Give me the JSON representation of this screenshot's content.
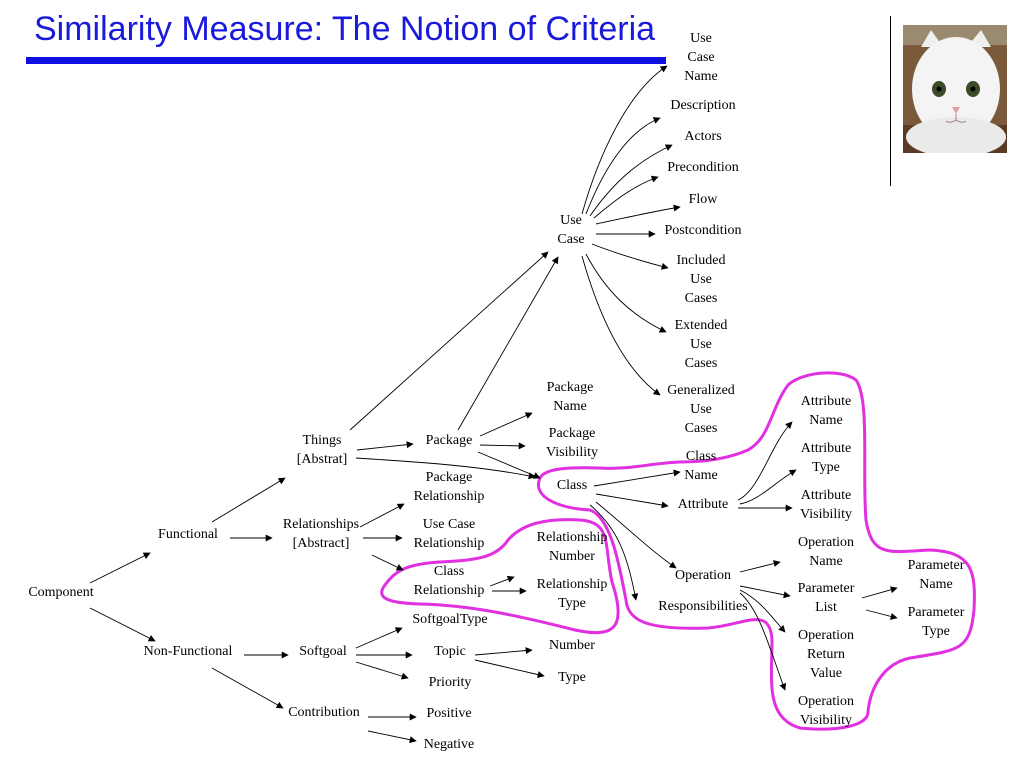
{
  "title": "Similarity Measure: The Notion of Criteria",
  "nodes": {
    "component": "Component",
    "functional": "Functional",
    "nonfunctional": "Non-Functional",
    "things": "Things\n[Abstrat]",
    "relationships": "Relationships\n[Abstract]",
    "softgoal": "Softgoal",
    "contribution": "Contribution",
    "package": "Package",
    "pkg_rel": "Package\nRelationship",
    "uc_rel": "Use Case\nRelationship",
    "class_rel": "Class\nRelationship",
    "rel_number": "Relationship\nNumber",
    "rel_type": "Relationship\nType",
    "softgoal_type": "SoftgoalType",
    "topic": "Topic",
    "priority": "Priority",
    "number": "Number",
    "type": "Type",
    "positive": "Positive",
    "negative": "Negative",
    "pkg_name": "Package\nName",
    "pkg_vis": "Package\nVisibility",
    "use_case": "Use\nCase",
    "uc_name": "Use\nCase\nName",
    "description": "Description",
    "actors": "Actors",
    "precondition": "Precondition",
    "flow": "Flow",
    "postcondition": "Postcondition",
    "included": "Included\nUse\nCases",
    "extended": "Extended\nUse\nCases",
    "generalized": "Generalized\nUse\nCases",
    "class": "Class",
    "class_name": "Class\nName",
    "attribute": "Attribute",
    "attr_name": "Attribute\nName",
    "attr_type": "Attribute\nType",
    "attr_vis": "Attribute\nVisibility",
    "operation": "Operation",
    "responsibilities": "Responsibilities",
    "op_name": "Operation\nName",
    "param_list": "Parameter\nList",
    "op_return": "Operation\nReturn\nValue",
    "op_vis": "Operation\nVisibility",
    "param_name": "Parameter\nName",
    "param_type": "Parameter\nType"
  },
  "colors": {
    "title": "#1a1adc",
    "rule": "#1010e0",
    "highlight": "#e030e0"
  }
}
